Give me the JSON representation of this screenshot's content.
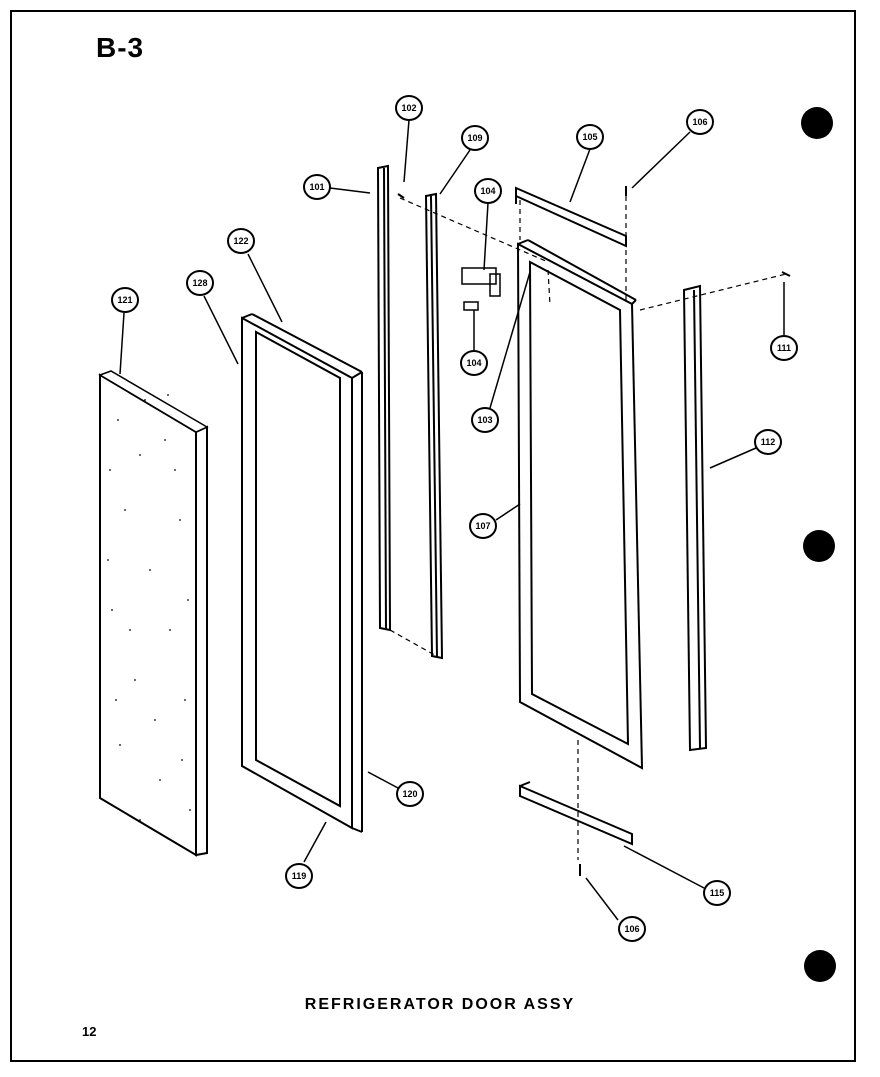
{
  "page": {
    "code": "B-3",
    "caption": "REFRIGERATOR DOOR ASSY",
    "page_number": "12"
  },
  "callouts": {
    "c101": "101",
    "c102": "102",
    "c109": "109",
    "c104a": "104",
    "c104b": "104",
    "c103": "103",
    "c105": "105",
    "c106a": "106",
    "c106b": "106",
    "c111": "111",
    "c112": "112",
    "c107": "107",
    "c115": "115",
    "c121": "121",
    "c128": "128",
    "c122": "122",
    "c120": "120",
    "c119": "119"
  },
  "colors": {
    "ink": "#000000",
    "paper": "#ffffff"
  }
}
